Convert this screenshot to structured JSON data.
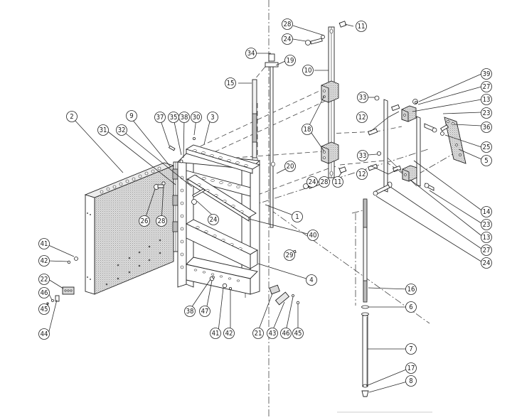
{
  "diagram": {
    "title": "Exploded view – cabinet frame with hinged door and mounting rails",
    "callouts": [
      {
        "id": "c1",
        "label": "1"
      },
      {
        "id": "c2",
        "label": "2"
      },
      {
        "id": "c3",
        "label": "3"
      },
      {
        "id": "c4",
        "label": "4"
      },
      {
        "id": "c5",
        "label": "5"
      },
      {
        "id": "c6",
        "label": "6"
      },
      {
        "id": "c7",
        "label": "7"
      },
      {
        "id": "c8",
        "label": "8"
      },
      {
        "id": "c9",
        "label": "9"
      },
      {
        "id": "c10",
        "label": "10"
      },
      {
        "id": "c11a",
        "label": "11"
      },
      {
        "id": "c11b",
        "label": "11"
      },
      {
        "id": "c12a",
        "label": "12"
      },
      {
        "id": "c12b",
        "label": "12"
      },
      {
        "id": "c13a",
        "label": "13"
      },
      {
        "id": "c13b",
        "label": "13"
      },
      {
        "id": "c14",
        "label": "14"
      },
      {
        "id": "c15",
        "label": "15"
      },
      {
        "id": "c16",
        "label": "16"
      },
      {
        "id": "c17",
        "label": "17"
      },
      {
        "id": "c18",
        "label": "18"
      },
      {
        "id": "c19",
        "label": "19"
      },
      {
        "id": "c20",
        "label": "20"
      },
      {
        "id": "c21",
        "label": "21"
      },
      {
        "id": "c22",
        "label": "22"
      },
      {
        "id": "c23a",
        "label": "23"
      },
      {
        "id": "c23b",
        "label": "23"
      },
      {
        "id": "c24a",
        "label": "24"
      },
      {
        "id": "c24b",
        "label": "24"
      },
      {
        "id": "c24c",
        "label": "24"
      },
      {
        "id": "c24d",
        "label": "24"
      },
      {
        "id": "c25",
        "label": "25"
      },
      {
        "id": "c26",
        "label": "26"
      },
      {
        "id": "c27a",
        "label": "27"
      },
      {
        "id": "c27b",
        "label": "27"
      },
      {
        "id": "c28a",
        "label": "28"
      },
      {
        "id": "c28b",
        "label": "28"
      },
      {
        "id": "c28c",
        "label": "28"
      },
      {
        "id": "c29",
        "label": "29"
      },
      {
        "id": "c30",
        "label": "30"
      },
      {
        "id": "c31",
        "label": "31"
      },
      {
        "id": "c32",
        "label": "32"
      },
      {
        "id": "c33a",
        "label": "33"
      },
      {
        "id": "c33b",
        "label": "33"
      },
      {
        "id": "c34",
        "label": "34"
      },
      {
        "id": "c35",
        "label": "35"
      },
      {
        "id": "c36",
        "label": "36"
      },
      {
        "id": "c37",
        "label": "37"
      },
      {
        "id": "c38a",
        "label": "38"
      },
      {
        "id": "c38b",
        "label": "38"
      },
      {
        "id": "c39",
        "label": "39"
      },
      {
        "id": "c40",
        "label": "40"
      },
      {
        "id": "c41a",
        "label": "41"
      },
      {
        "id": "c41b",
        "label": "41"
      },
      {
        "id": "c42a",
        "label": "42"
      },
      {
        "id": "c42b",
        "label": "42"
      },
      {
        "id": "c43",
        "label": "43"
      },
      {
        "id": "c44",
        "label": "44"
      },
      {
        "id": "c45a",
        "label": "45"
      },
      {
        "id": "c45b",
        "label": "45"
      },
      {
        "id": "c46a",
        "label": "46"
      },
      {
        "id": "c46b",
        "label": "46"
      },
      {
        "id": "c47",
        "label": "47"
      }
    ]
  }
}
